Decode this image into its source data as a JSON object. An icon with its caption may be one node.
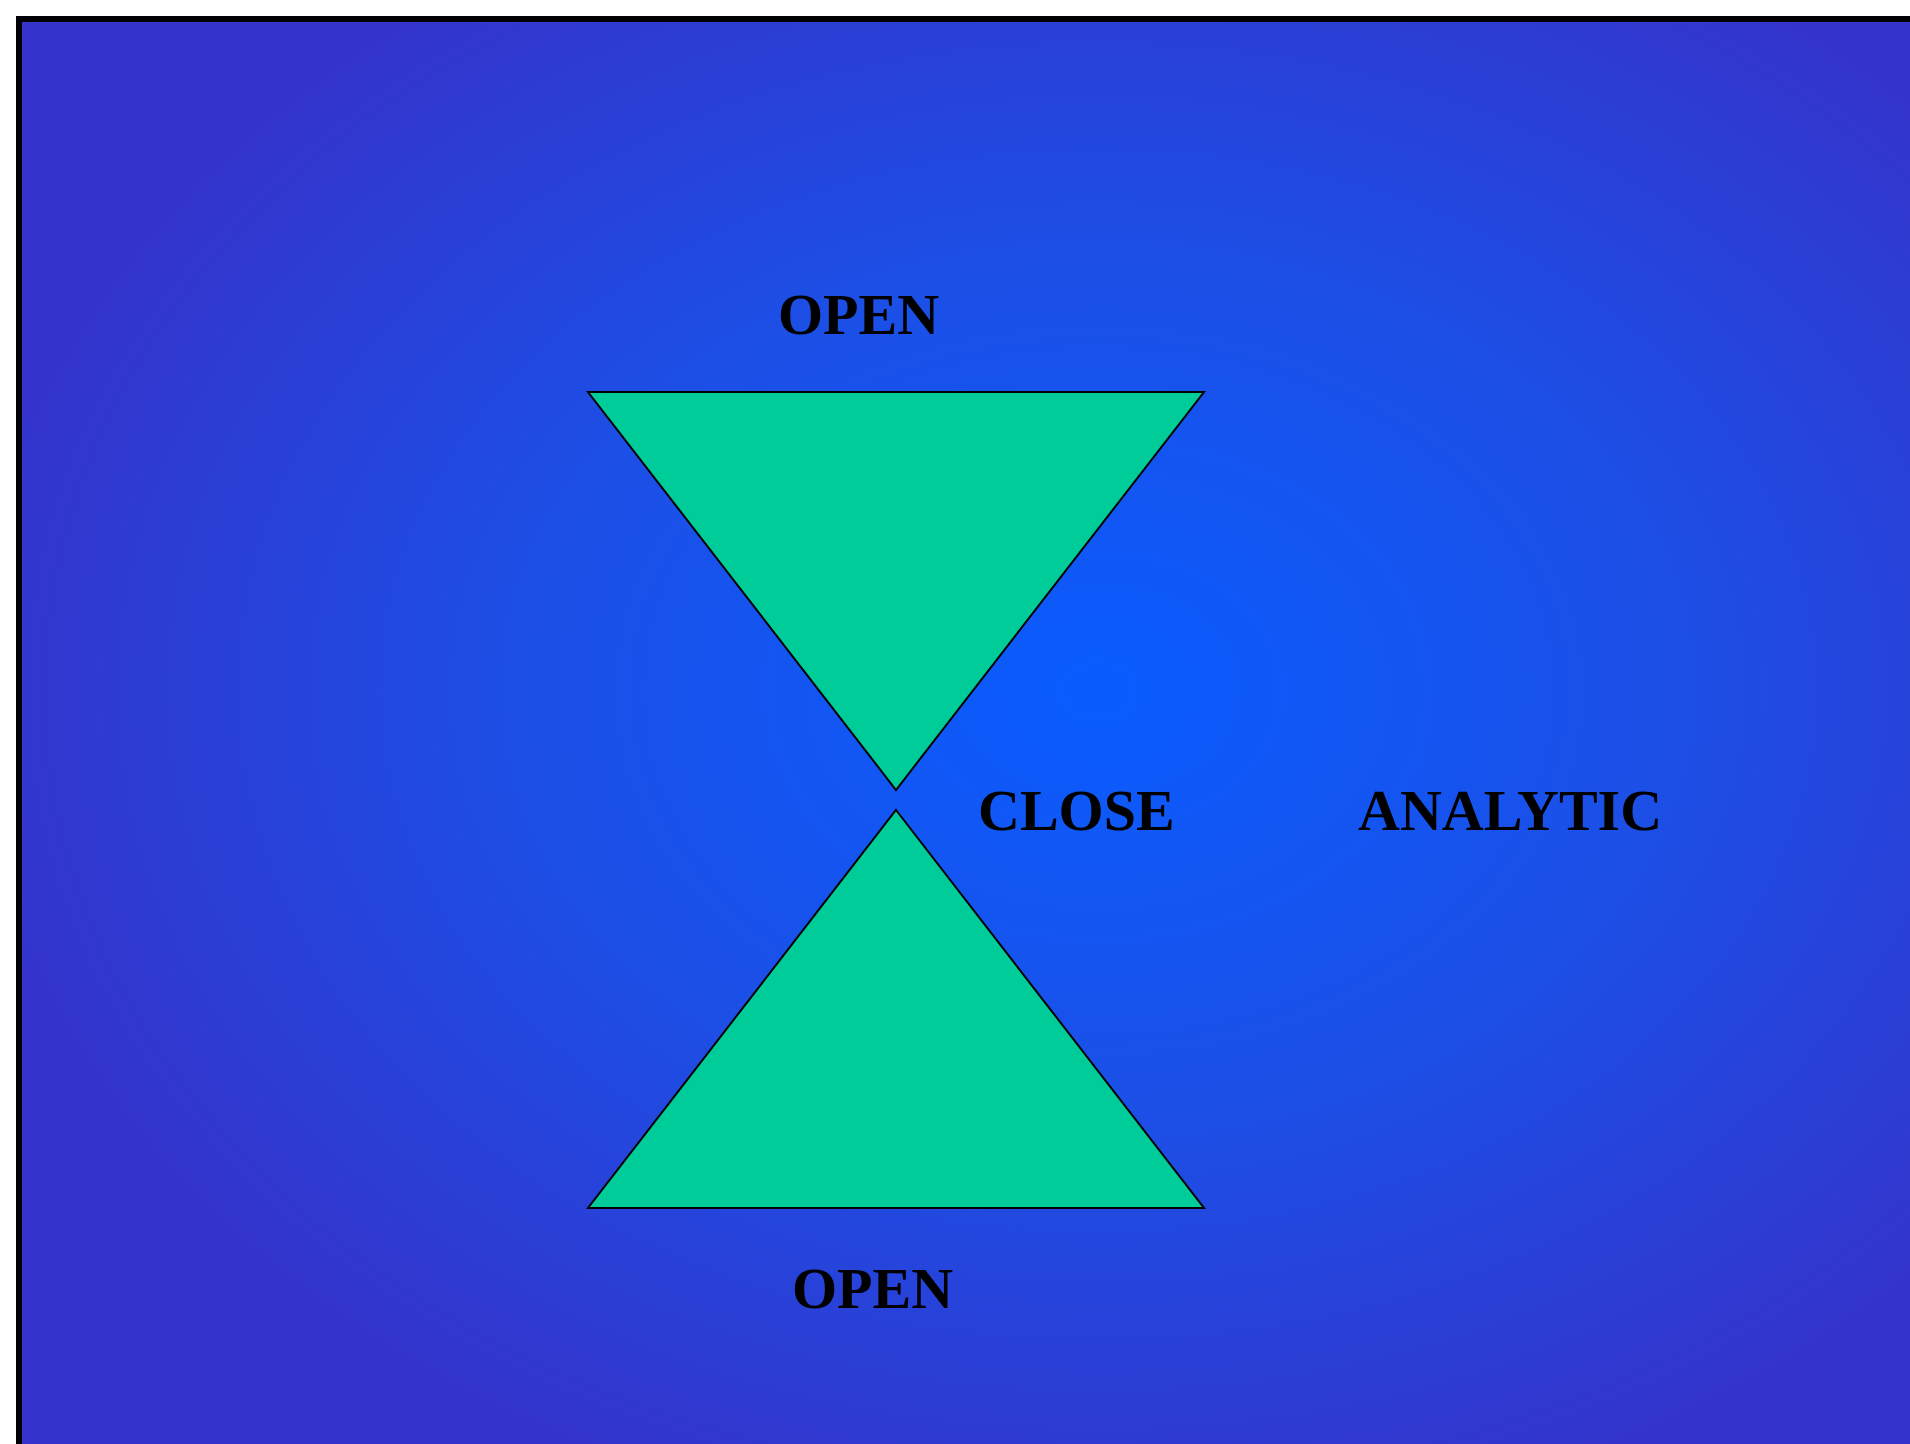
{
  "diagram": {
    "nodes": [
      {
        "text": [],
        "shape": "triangle",
        "beside": [
          "OPEN"
        ]
      },
      {
        "text": [],
        "shape": "triangle",
        "beside": [
          "OPEN"
        ]
      }
    ],
    "edges": [],
    "labels": [
      "CLOSE",
      "ANALYTIC"
    ]
  }
}
